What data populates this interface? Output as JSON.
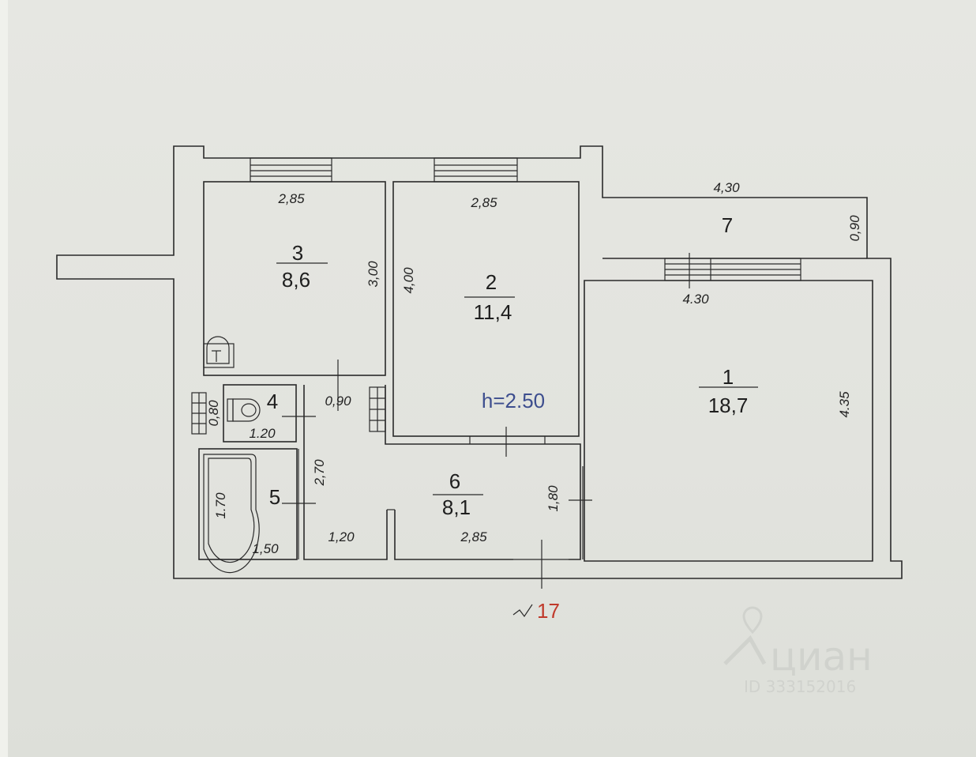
{
  "rooms": [
    {
      "number": "1",
      "area": "18,7"
    },
    {
      "number": "2",
      "area": "11,4"
    },
    {
      "number": "3",
      "area": "8,6"
    },
    {
      "number": "4"
    },
    {
      "number": "5"
    },
    {
      "number": "6",
      "area": "8,1"
    },
    {
      "number": "7"
    }
  ],
  "dimensions": {
    "room3_width": "2,85",
    "room3_depth": "3,00",
    "room2_width": "2,85",
    "room2_depth": "4,00",
    "balcony_length": "4,30",
    "balcony_depth": "0,90",
    "room1_width": "4.30",
    "room1_depth": "4.35",
    "wc_width": "1.20",
    "wc_depth": "0,80",
    "door_width": "0,90",
    "bath_length": "1.70",
    "bath_width": "1,50",
    "corridor_length": "2,70",
    "corridor_width": "1,20",
    "hall_width": "2,85",
    "hall_depth": "1,80"
  },
  "ceiling_height": "h=2.50",
  "apartment_number": "17",
  "watermark": {
    "brand": "циан",
    "id": "ID 333152016"
  }
}
